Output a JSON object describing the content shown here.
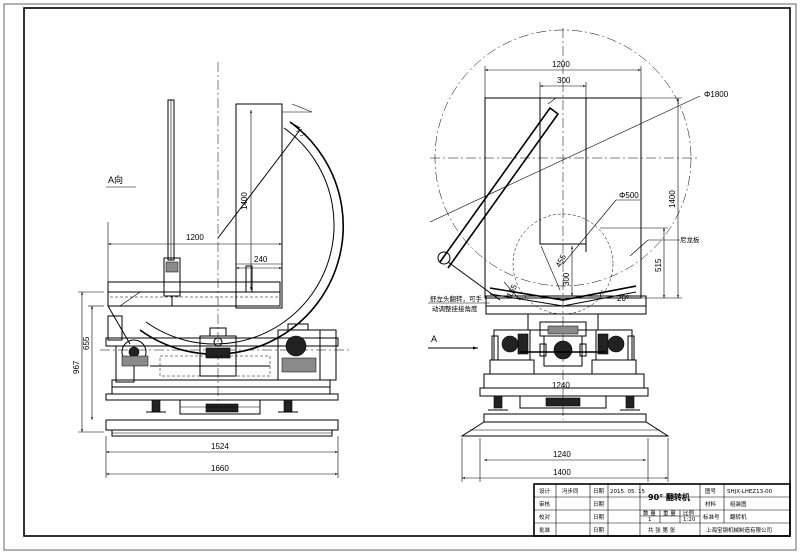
{
  "left_view": {
    "view_label": "A向",
    "dims": {
      "d1200": "1200",
      "d240": "240",
      "d1400": "1400",
      "d655": "655",
      "d967": "967",
      "d1524": "1524",
      "d1660": "1660"
    }
  },
  "right_view": {
    "arrow_label": "A",
    "dims": {
      "d1200": "1200",
      "d300": "300",
      "dia1800": "Φ1800",
      "dia500": "Φ500",
      "d1400": "1400",
      "d515": "515",
      "d300b": "300",
      "d455": "455",
      "d155": "155",
      "angle20": "20°",
      "d1240_mid": "1240",
      "d1240": "1240",
      "d1400_bottom": "1400"
    },
    "note_line1": "舒左头翻转，可手",
    "note_line2": "动调整挂接角度",
    "note_right": "尼龙板"
  },
  "title_block": {
    "designer_label": "设计",
    "designer_name": "冯步同",
    "date_label": "日期",
    "date_value": "2015. 05. 15",
    "checker_label": "审核",
    "proofread_label": "校对",
    "approve_label": "批准",
    "title": "90° 翻转机",
    "qty_label": "数 量",
    "weight_label": "重 量",
    "scale_label": "比例",
    "qty_value": "1",
    "scale_value": "1:20",
    "sheet_label": "共  张 第  张",
    "drawing_no_label": "图号",
    "drawing_no": "SHJX-LHEZ13-00",
    "material_label": "材料",
    "material_value": "组装图",
    "part_no_label": "标准号",
    "part_name": "翻转机",
    "company": "上海宝钢机械制造有限公司"
  }
}
